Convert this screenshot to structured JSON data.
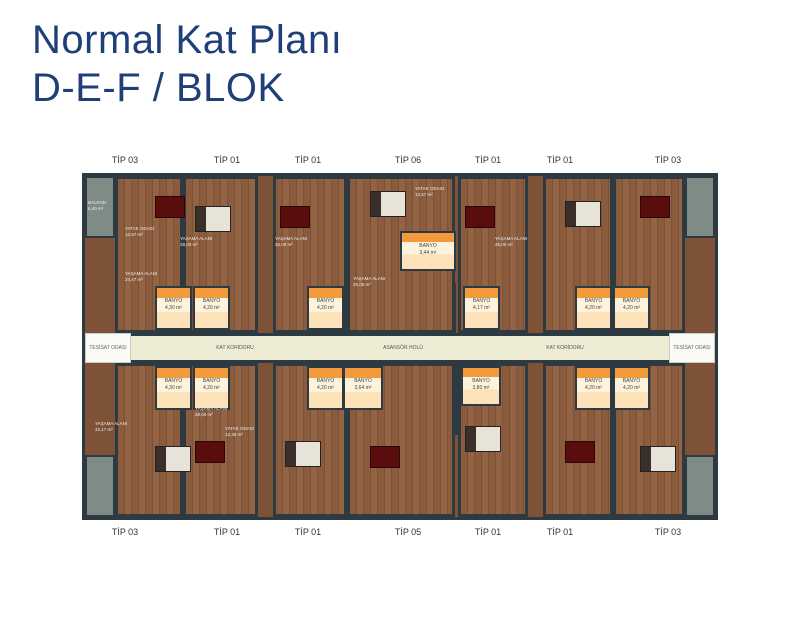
{
  "title": {
    "line1": "Normal Kat Planı",
    "line2": "D-E-F / BLOK"
  },
  "top_types": [
    "TİP 03",
    "TİP 01",
    "TİP 01",
    "TİP 06",
    "TİP 01",
    "TİP 01",
    "TİP 03"
  ],
  "bottom_types": [
    "TİP 03",
    "TİP 01",
    "TİP 01",
    "TİP 05",
    "TİP 01",
    "TİP 01",
    "TİP 03"
  ],
  "corridor": {
    "left": "KAT KORİDORU",
    "center": "ASANSÖR HOLÜ",
    "right": "KAT KORİDORU",
    "service_left": "TESİSAT ODASI",
    "service_right": "TESİSAT ODASI"
  },
  "bathrooms_top": [
    {
      "label": "BANYO",
      "area": "4,30 m²"
    },
    {
      "label": "BANYO",
      "area": "4,20 m²"
    },
    {
      "label": "BANYO",
      "area": "4,20 m²"
    },
    {
      "label": "BANYO",
      "area": "3,44 m²"
    },
    {
      "label": "BANYO",
      "area": "4,17 m²"
    },
    {
      "label": "BANYO",
      "area": "4,20 m²"
    },
    {
      "label": "BANYO",
      "area": "4,20 m²"
    }
  ],
  "bathrooms_bottom": [
    {
      "label": "BANYO",
      "area": "4,30 m²"
    },
    {
      "label": "BANYO",
      "area": "4,20 m²"
    },
    {
      "label": "BANYO",
      "area": "4,20 m²"
    },
    {
      "label": "BANYO",
      "area": "3,64 m²"
    },
    {
      "label": "BANYO",
      "area": "3,80 m²"
    },
    {
      "label": "BANYO",
      "area": "4,20 m²"
    },
    {
      "label": "BANYO",
      "area": "4,20 m²"
    }
  ],
  "rooms": [
    {
      "label": "BALKON",
      "area": "6,40 m²"
    },
    {
      "label": "YATAK ODASI",
      "area": "13,57 m²"
    },
    {
      "label": "YAŞAMA ALANI",
      "area": "24,47 m²"
    },
    {
      "label": "YAŞAMA ALANI",
      "area": "28,00 m²"
    },
    {
      "label": "YAŞAMA ALANI",
      "area": "26,00 m²"
    },
    {
      "label": "YAŞAMA ALANI",
      "area": "25,05 m²"
    },
    {
      "label": "YATAK ODASI",
      "area": "13,57 m²"
    },
    {
      "label": "YAŞAMA ALANI",
      "area": "26,00 m²"
    },
    {
      "label": "YAŞAMA ALANI",
      "area": "32,17 m²"
    },
    {
      "label": "YATAK ODASI",
      "area": "13,38 m²"
    },
    {
      "label": "YAŞAMA ALANI",
      "area": "28,00 m²"
    }
  ]
}
